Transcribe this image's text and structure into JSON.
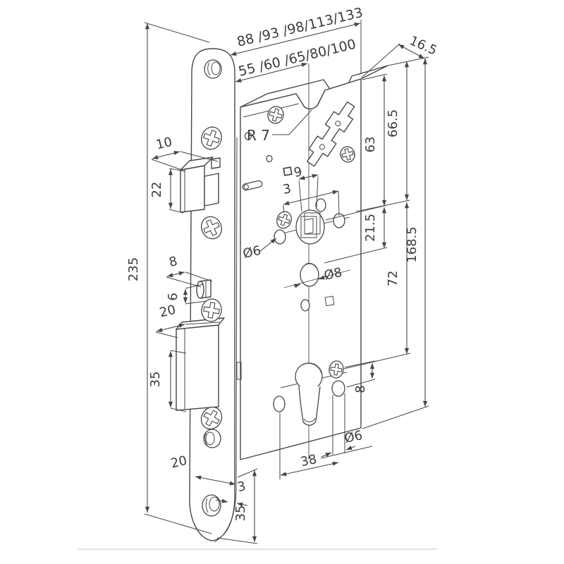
{
  "drawing": {
    "kind": "mortise-lock-dimension-diagram",
    "colors": {
      "line": "#474747",
      "text": "#3c3c3c",
      "background": "#ffffff",
      "artifact": "#e4e4e4"
    },
    "dims": {
      "case_width": "88 /93 /98/113/133",
      "backset": "55 /60 /65/80/100",
      "thickness_16_5": "16.5",
      "radius_r7": "R 7",
      "spindle_9": "9",
      "offset_3": "3",
      "hole_d6": "Ø6",
      "handle_d8": "Ø8",
      "d63": "63",
      "d66_5": "66.5",
      "d21_5": "21.5",
      "d72": "72",
      "d168_5": "168.5",
      "plate_235": "235",
      "latch_10": "10",
      "latch_22": "22",
      "snib_8": "8",
      "snib_6": "6",
      "bolt_20": "20",
      "bolt_35": "35",
      "plate_20": "20",
      "plate_3": "3",
      "end_35": "35",
      "screw_8": "8",
      "cyl_d6": "Ø6",
      "dist_38": "38"
    }
  }
}
